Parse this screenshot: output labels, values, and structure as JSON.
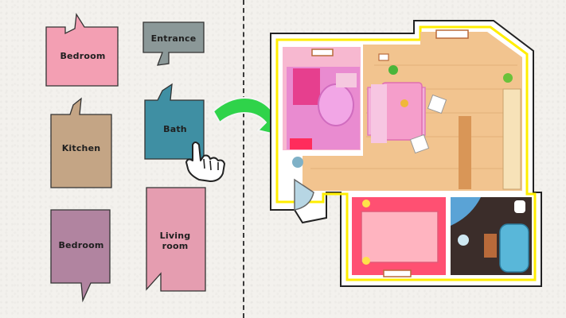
{
  "pieces": [
    {
      "id": "bedroom-pink",
      "label": "Bedroom",
      "color": "#f39fb3"
    },
    {
      "id": "entrance",
      "label": "Entrance",
      "color": "#8b9898"
    },
    {
      "id": "kitchen",
      "label": "Kitchen",
      "color": "#c4a585"
    },
    {
      "id": "bath",
      "label": "Bath",
      "color": "#3f8fa3"
    },
    {
      "id": "bedroom-purple",
      "label": "Bedroom",
      "color": "#b184a0"
    },
    {
      "id": "living-room",
      "label": "Living\nroom",
      "color": "#e59db0"
    }
  ],
  "colors": {
    "arrow": "#2fd34a",
    "wall": "#ffffff",
    "wall_outline": "#ffee00",
    "floor_wood": "#f2c48f",
    "bedroom1_floor": "#e98bd0",
    "bedroom2_floor": "#ff5072",
    "bath_floor": "#3b2d2a",
    "entry_floor": "#b7d6e4"
  }
}
